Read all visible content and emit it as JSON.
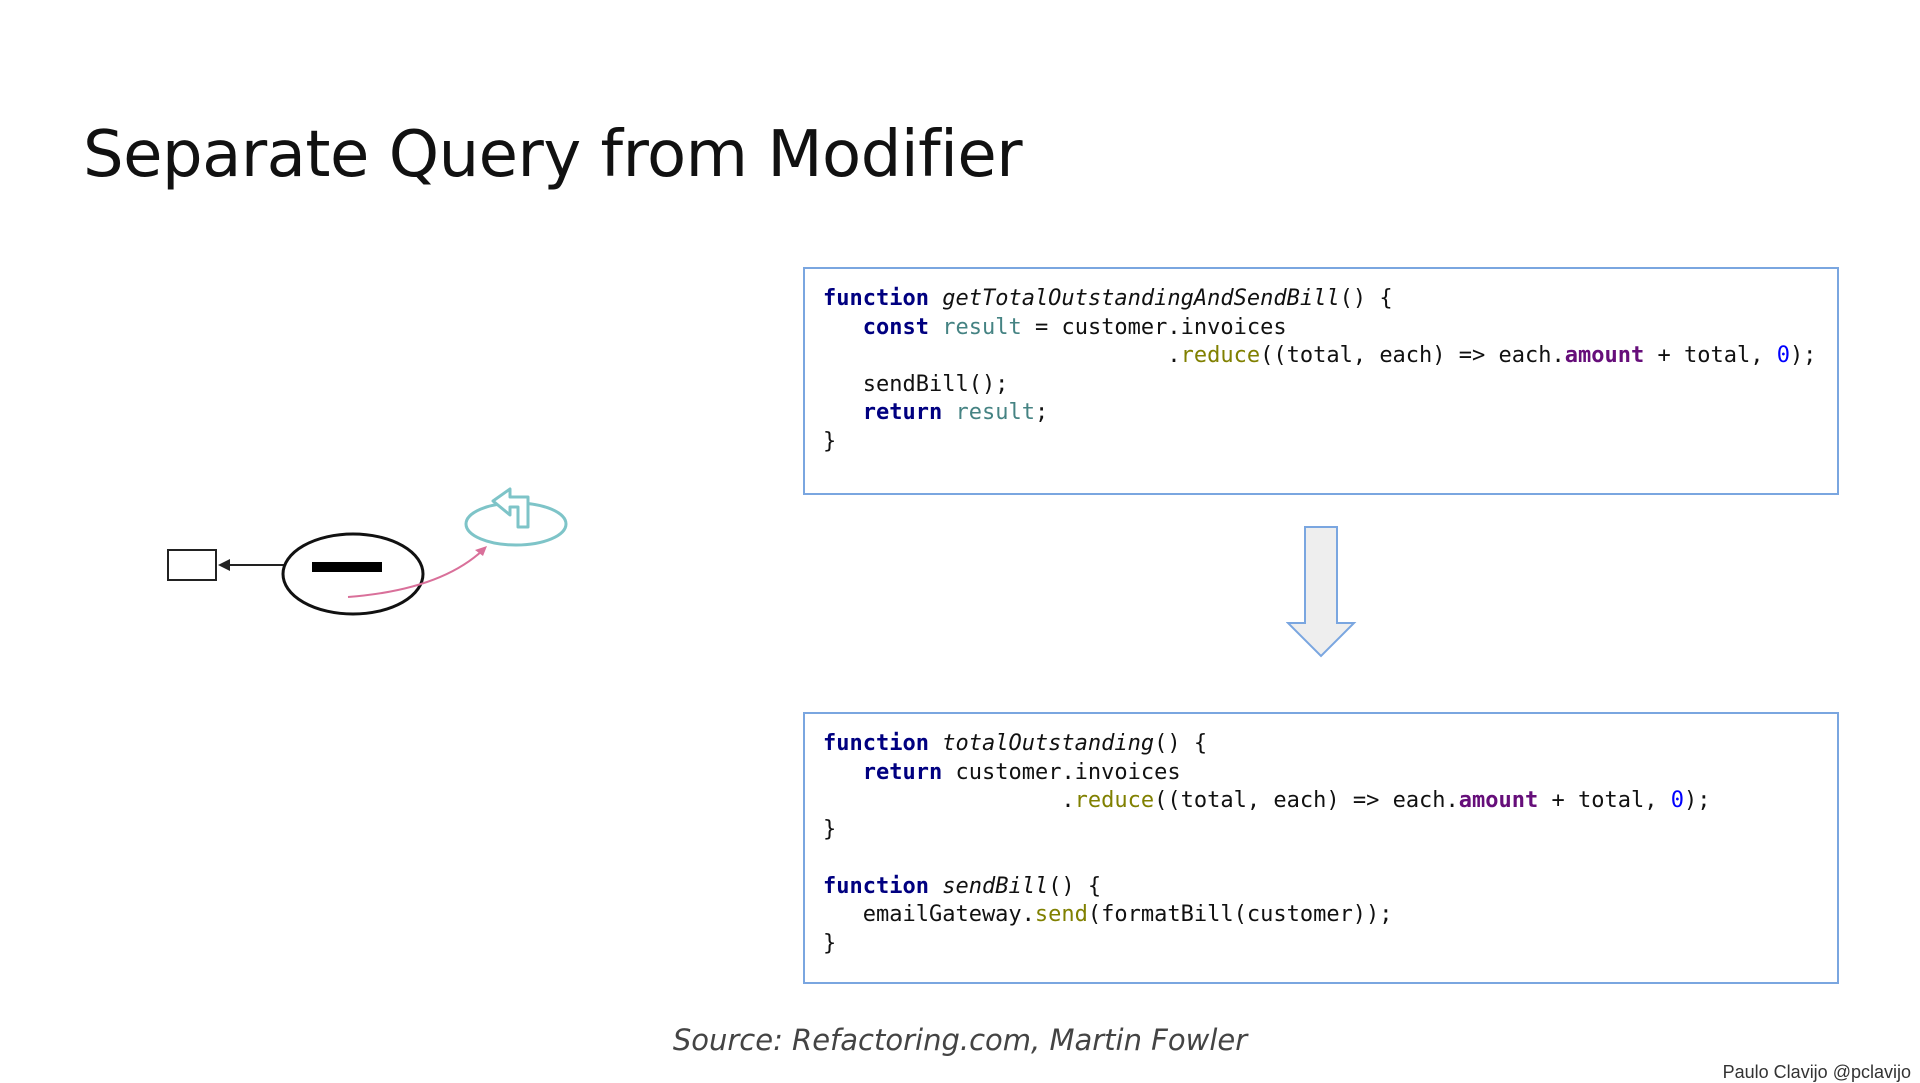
{
  "slide": {
    "title": "Separate Query from Modifier",
    "source": "Source: Refactoring.com, Martin Fowler",
    "author": "Paulo Clavijo @pclavijo"
  },
  "colors": {
    "box_border": "#7aa6e0",
    "keyword": "#000080",
    "variable": "#458383",
    "method": "#808000",
    "property": "#660e7a",
    "number": "#0000ff",
    "arrow_fill": "#eeeeee",
    "diagram_pink": "#d9709a",
    "diagram_teal": "#7ec4c8"
  },
  "code_before": [
    [
      {
        "t": "function",
        "c": "kw"
      },
      {
        "t": " "
      },
      {
        "t": "getTotalOutstandingAndSendBill",
        "c": "fn"
      },
      {
        "t": "() {"
      }
    ],
    [
      {
        "t": "   "
      },
      {
        "t": "const",
        "c": "kw"
      },
      {
        "t": " "
      },
      {
        "t": "result",
        "c": "var"
      },
      {
        "t": " = customer.invoices"
      }
    ],
    [
      {
        "t": "                          ."
      },
      {
        "t": "reduce",
        "c": "meth"
      },
      {
        "t": "((total, each) => each."
      },
      {
        "t": "amount",
        "c": "prop"
      },
      {
        "t": " + total, "
      },
      {
        "t": "0",
        "c": "num"
      },
      {
        "t": ");"
      }
    ],
    [
      {
        "t": "   sendBill();"
      }
    ],
    [
      {
        "t": "   "
      },
      {
        "t": "return",
        "c": "kw"
      },
      {
        "t": " "
      },
      {
        "t": "result",
        "c": "var"
      },
      {
        "t": ";"
      }
    ],
    [
      {
        "t": "}"
      }
    ]
  ],
  "code_after": [
    [
      {
        "t": "function",
        "c": "kw"
      },
      {
        "t": " "
      },
      {
        "t": "totalOutstanding",
        "c": "fn"
      },
      {
        "t": "() {"
      }
    ],
    [
      {
        "t": "   "
      },
      {
        "t": "return",
        "c": "kw"
      },
      {
        "t": " customer.invoices"
      }
    ],
    [
      {
        "t": "                  ."
      },
      {
        "t": "reduce",
        "c": "meth"
      },
      {
        "t": "((total, each) => each."
      },
      {
        "t": "amount",
        "c": "prop"
      },
      {
        "t": " + total, "
      },
      {
        "t": "0",
        "c": "num"
      },
      {
        "t": ");"
      }
    ],
    [
      {
        "t": "}"
      }
    ],
    [],
    [
      {
        "t": "function",
        "c": "kw"
      },
      {
        "t": " "
      },
      {
        "t": "sendBill",
        "c": "fn"
      },
      {
        "t": "() {"
      }
    ],
    [
      {
        "t": "   emailGateway."
      },
      {
        "t": "send",
        "c": "meth"
      },
      {
        "t": "(formatBill(customer));"
      }
    ],
    [
      {
        "t": "}"
      }
    ]
  ]
}
